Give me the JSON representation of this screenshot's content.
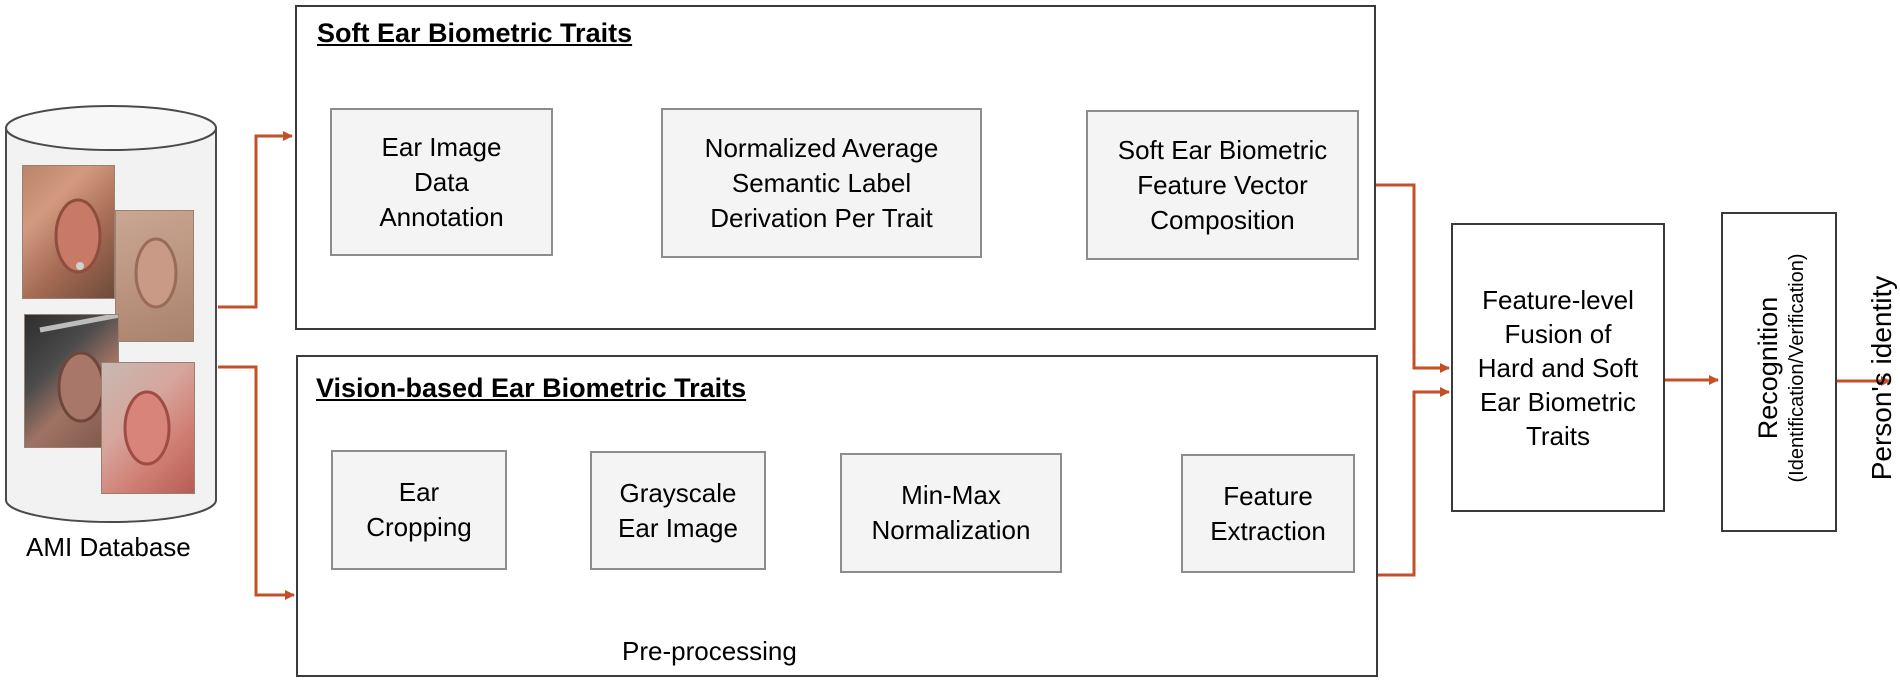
{
  "database": {
    "label": "AMI Database",
    "photo_icons": [
      "ear-photo-icon",
      "ear-photo-icon",
      "ear-photo-icon",
      "ear-photo-icon"
    ]
  },
  "soft_panel": {
    "title": "Soft Ear Biometric Traits",
    "steps": [
      "Ear Image\nData\nAnnotation",
      "Normalized Average\nSemantic Label\nDerivation Per Trait",
      "Soft Ear Biometric\nFeature Vector\nComposition"
    ]
  },
  "vision_panel": {
    "title": "Vision-based Ear Biometric Traits",
    "steps": [
      "Ear\nCropping",
      "Grayscale\nEar Image",
      "Min-Max\nNormalization",
      "Feature\nExtraction"
    ],
    "brace_label": "Pre-processing"
  },
  "fusion": {
    "label": "Feature-level\nFusion of\nHard and Soft\nEar Biometric\nTraits"
  },
  "recognition": {
    "title": "Recognition",
    "subtitle": "(Identification/Verification)"
  },
  "output": {
    "label": "Person's identity"
  },
  "colors": {
    "arrow": "#c4502a",
    "panel_border": "#3a3a3a",
    "box_fill": "#f4f4f4",
    "box_border": "#8c8c8c"
  }
}
